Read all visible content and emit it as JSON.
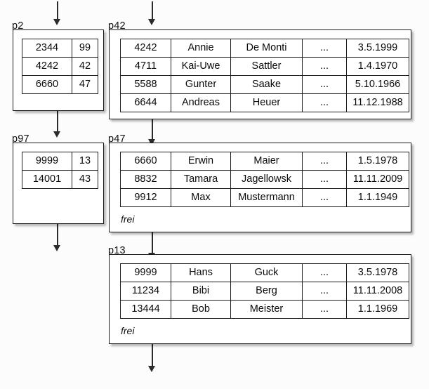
{
  "diagram": {
    "title": "B-tree index pages with data pages",
    "free_space_label": "frei",
    "ellipsis": "...",
    "nodes": [
      {
        "id": "p2",
        "label": "p2",
        "type": "directory",
        "rows": [
          {
            "key": "2344",
            "pointer": "99"
          },
          {
            "key": "4242",
            "pointer": "42"
          },
          {
            "key": "6660",
            "pointer": "47"
          }
        ]
      },
      {
        "id": "p97",
        "label": "p97",
        "type": "directory",
        "rows": [
          {
            "key": "9999",
            "pointer": "13"
          },
          {
            "key": "14001",
            "pointer": "43"
          }
        ]
      },
      {
        "id": "p42",
        "label": "p42",
        "type": "data",
        "free_label": "",
        "rows": [
          {
            "id": "4242",
            "first": "Annie",
            "last": "De Monti",
            "more": "...",
            "date": "3.5.1999"
          },
          {
            "id": "4711",
            "first": "Kai-Uwe",
            "last": "Sattler",
            "more": "...",
            "date": "1.4.1970"
          },
          {
            "id": "5588",
            "first": "Gunter",
            "last": "Saake",
            "more": "...",
            "date": "5.10.1966"
          },
          {
            "id": "6644",
            "first": "Andreas",
            "last": "Heuer",
            "more": "...",
            "date": "11.12.1988"
          }
        ]
      },
      {
        "id": "p47",
        "label": "p47",
        "type": "data",
        "free_label": "frei",
        "rows": [
          {
            "id": "6660",
            "first": "Erwin",
            "last": "Maier",
            "more": "...",
            "date": "1.5.1978"
          },
          {
            "id": "8832",
            "first": "Tamara",
            "last": "Jagellowsk",
            "more": "...",
            "date": "11.11.2009"
          },
          {
            "id": "9912",
            "first": "Max",
            "last": "Mustermann",
            "more": "...",
            "date": "1.1.1949"
          }
        ]
      },
      {
        "id": "p13",
        "label": "p13",
        "type": "data",
        "free_label": "frei",
        "rows": [
          {
            "id": "9999",
            "first": "Hans",
            "last": "Guck",
            "more": "...",
            "date": "3.5.1978"
          },
          {
            "id": "11234",
            "first": "Bibi",
            "last": "Berg",
            "more": "...",
            "date": "11.11.2008"
          },
          {
            "id": "13444",
            "first": "Bob",
            "last": "Meister",
            "more": "...",
            "date": "1.1.1969"
          }
        ]
      }
    ],
    "arrows": [
      {
        "name": "arrow-into-p2",
        "from": "top",
        "to": "p2"
      },
      {
        "name": "arrow-into-p42",
        "from": "top",
        "to": "p42"
      },
      {
        "name": "arrow-p2-to-p97",
        "from": "p2",
        "to": "p97"
      },
      {
        "name": "arrow-p42-to-p47",
        "from": "p42",
        "to": "p47"
      },
      {
        "name": "arrow-p97-out",
        "from": "p97",
        "to": "below"
      },
      {
        "name": "arrow-p47-to-p13",
        "from": "p47",
        "to": "p13"
      },
      {
        "name": "arrow-p13-out",
        "from": "p13",
        "to": "below"
      }
    ]
  }
}
